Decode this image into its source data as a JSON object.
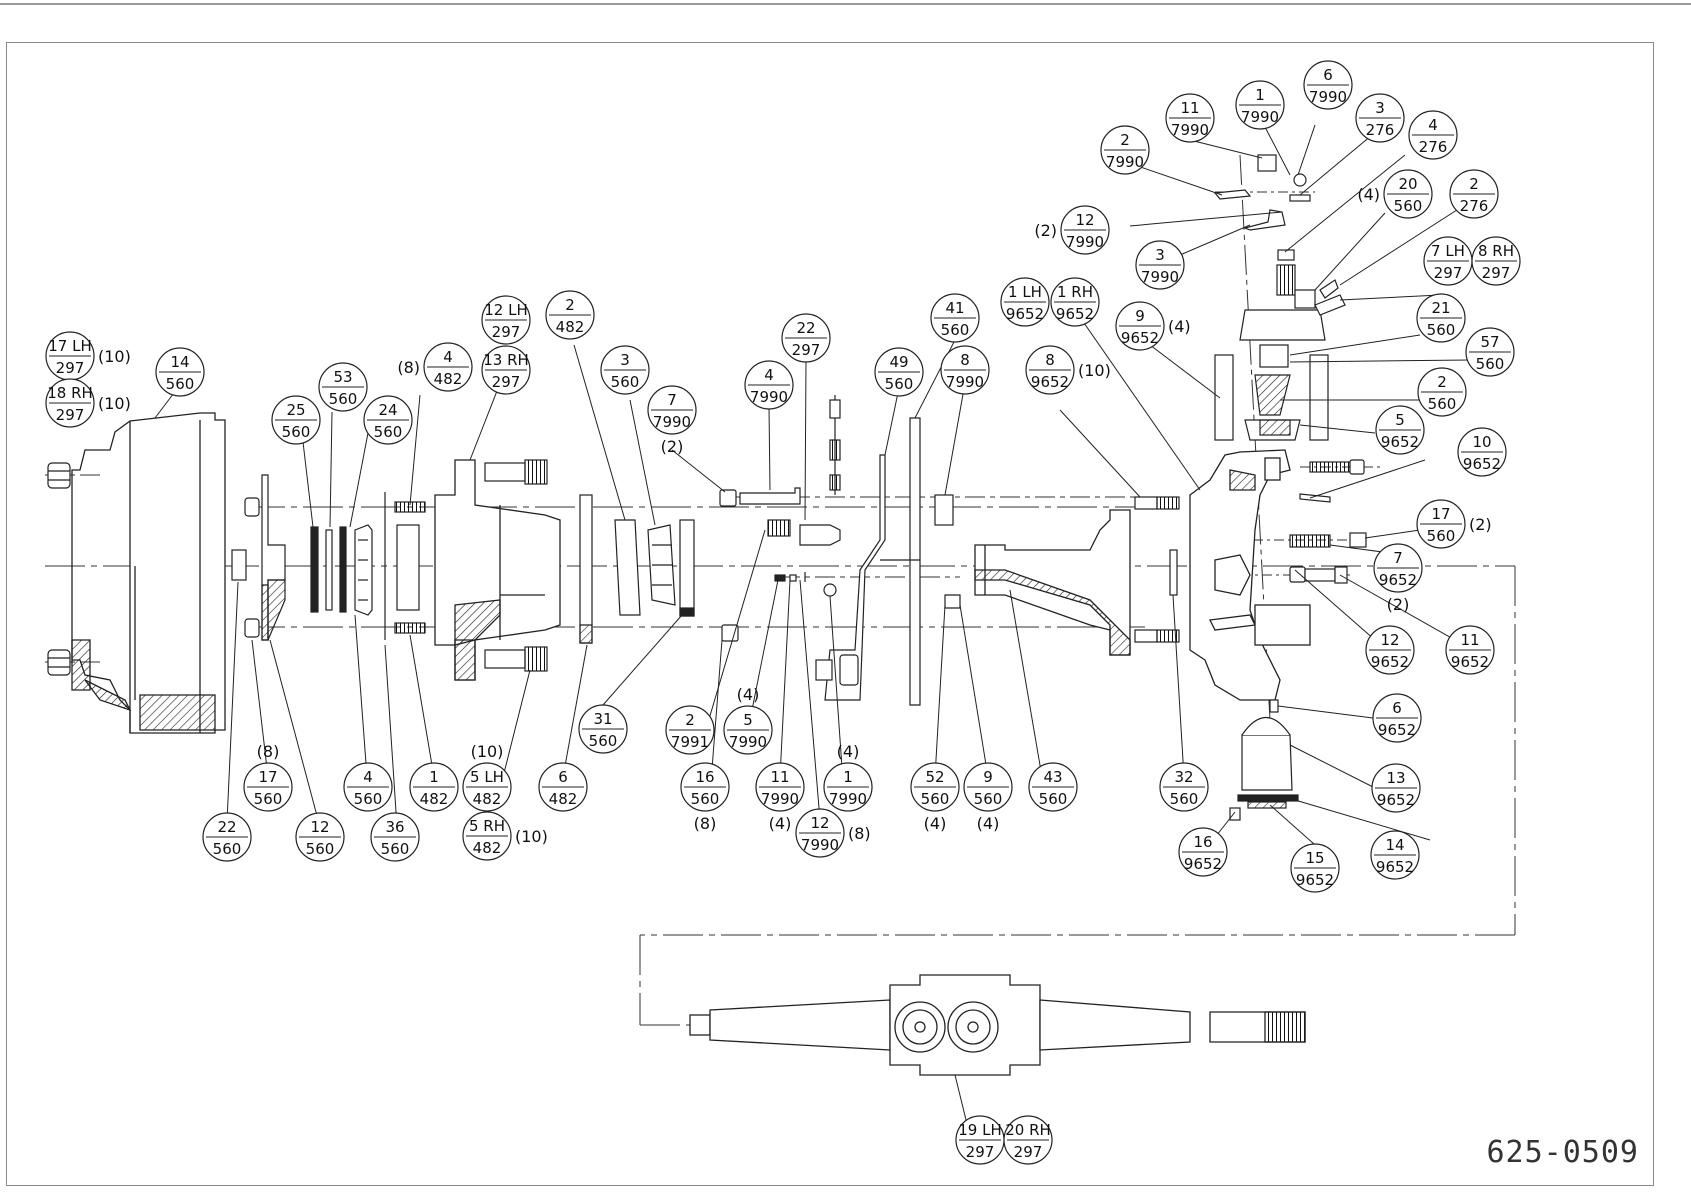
{
  "drawing_number": "625-0509",
  "callouts": [
    {
      "id": "c1",
      "item": "17 LH",
      "ref": "297",
      "qty": "(10)"
    },
    {
      "id": "c2",
      "item": "18 RH",
      "ref": "297",
      "qty": "(10)"
    },
    {
      "id": "c3",
      "item": "14",
      "ref": "560",
      "qty": ""
    },
    {
      "id": "c4",
      "item": "25",
      "ref": "560",
      "qty": ""
    },
    {
      "id": "c5",
      "item": "53",
      "ref": "560",
      "qty": ""
    },
    {
      "id": "c6",
      "item": "24",
      "ref": "560",
      "qty": ""
    },
    {
      "id": "c7",
      "item": "4",
      "ref": "482",
      "qty": "(8)"
    },
    {
      "id": "c8",
      "item": "12 LH",
      "ref": "297",
      "qty": ""
    },
    {
      "id": "c9",
      "item": "13 RH",
      "ref": "297",
      "qty": ""
    },
    {
      "id": "c10",
      "item": "2",
      "ref": "482",
      "qty": ""
    },
    {
      "id": "c11",
      "item": "3",
      "ref": "560",
      "qty": ""
    },
    {
      "id": "c12",
      "item": "7",
      "ref": "7990",
      "qty": "(2)"
    },
    {
      "id": "c13",
      "item": "4",
      "ref": "7990",
      "qty": ""
    },
    {
      "id": "c14",
      "item": "22",
      "ref": "297",
      "qty": ""
    },
    {
      "id": "c15",
      "item": "49",
      "ref": "560",
      "qty": ""
    },
    {
      "id": "c16",
      "item": "41",
      "ref": "560",
      "qty": ""
    },
    {
      "id": "c17",
      "item": "8",
      "ref": "7990",
      "qty": ""
    },
    {
      "id": "c18",
      "item": "8",
      "ref": "9652",
      "qty": "(10)"
    },
    {
      "id": "c19",
      "item": "1 LH",
      "ref": "9652",
      "qty": ""
    },
    {
      "id": "c20",
      "item": "1 RH",
      "ref": "9652",
      "qty": ""
    },
    {
      "id": "c21",
      "item": "9",
      "ref": "9652",
      "qty": "(4)"
    },
    {
      "id": "c22",
      "item": "2",
      "ref": "7990",
      "qty": ""
    },
    {
      "id": "c23",
      "item": "11",
      "ref": "7990",
      "qty": ""
    },
    {
      "id": "c24",
      "item": "1",
      "ref": "7990",
      "qty": ""
    },
    {
      "id": "c25",
      "item": "6",
      "ref": "7990",
      "qty": ""
    },
    {
      "id": "c26",
      "item": "3",
      "ref": "276",
      "qty": ""
    },
    {
      "id": "c27",
      "item": "4",
      "ref": "276",
      "qty": ""
    },
    {
      "id": "c28",
      "item": "12",
      "ref": "7990",
      "qty": "(2)"
    },
    {
      "id": "c29",
      "item": "3",
      "ref": "7990",
      "qty": ""
    },
    {
      "id": "c30",
      "item": "20",
      "ref": "560",
      "qty": "(4)"
    },
    {
      "id": "c31",
      "item": "2",
      "ref": "276",
      "qty": ""
    },
    {
      "id": "c32",
      "item": "7 LH",
      "ref": "297",
      "qty": ""
    },
    {
      "id": "c33",
      "item": "8 RH",
      "ref": "297",
      "qty": ""
    },
    {
      "id": "c34",
      "item": "21",
      "ref": "560",
      "qty": ""
    },
    {
      "id": "c35",
      "item": "57",
      "ref": "560",
      "qty": ""
    },
    {
      "id": "c36",
      "item": "2",
      "ref": "560",
      "qty": ""
    },
    {
      "id": "c37",
      "item": "5",
      "ref": "9652",
      "qty": ""
    },
    {
      "id": "c38",
      "item": "10",
      "ref": "9652",
      "qty": ""
    },
    {
      "id": "c39",
      "item": "17",
      "ref": "560",
      "qty": "(2)"
    },
    {
      "id": "c40",
      "item": "7",
      "ref": "9652",
      "qty": "(2)"
    },
    {
      "id": "c41",
      "item": "12",
      "ref": "9652",
      "qty": ""
    },
    {
      "id": "c42",
      "item": "11",
      "ref": "9652",
      "qty": ""
    },
    {
      "id": "c43",
      "item": "6",
      "ref": "9652",
      "qty": ""
    },
    {
      "id": "c44",
      "item": "13",
      "ref": "9652",
      "qty": ""
    },
    {
      "id": "c45",
      "item": "14",
      "ref": "9652",
      "qty": ""
    },
    {
      "id": "c46",
      "item": "15",
      "ref": "9652",
      "qty": ""
    },
    {
      "id": "c47",
      "item": "16",
      "ref": "9652",
      "qty": ""
    },
    {
      "id": "c48",
      "item": "32",
      "ref": "560",
      "qty": ""
    },
    {
      "id": "c49",
      "item": "43",
      "ref": "560",
      "qty": ""
    },
    {
      "id": "c50",
      "item": "9",
      "ref": "560",
      "qty": "(4)"
    },
    {
      "id": "c51",
      "item": "52",
      "ref": "560",
      "qty": "(4)"
    },
    {
      "id": "c52",
      "item": "1",
      "ref": "7990",
      "qty": "(4)"
    },
    {
      "id": "c53",
      "item": "12",
      "ref": "7990",
      "qty": "(8)"
    },
    {
      "id": "c54",
      "item": "11",
      "ref": "7990",
      "qty": "(4)"
    },
    {
      "id": "c55",
      "item": "5",
      "ref": "7990",
      "qty": "(4)"
    },
    {
      "id": "c56",
      "item": "16",
      "ref": "560",
      "qty": "(8)"
    },
    {
      "id": "c57",
      "item": "2",
      "ref": "7991",
      "qty": ""
    },
    {
      "id": "c58",
      "item": "31",
      "ref": "560",
      "qty": ""
    },
    {
      "id": "c59",
      "item": "6",
      "ref": "482",
      "qty": ""
    },
    {
      "id": "c60",
      "item": "5 LH",
      "ref": "482",
      "qty": "(10)"
    },
    {
      "id": "c61",
      "item": "5 RH",
      "ref": "482",
      "qty": "(10)"
    },
    {
      "id": "c62",
      "item": "1",
      "ref": "482",
      "qty": ""
    },
    {
      "id": "c63",
      "item": "4",
      "ref": "560",
      "qty": ""
    },
    {
      "id": "c64",
      "item": "36",
      "ref": "560",
      "qty": ""
    },
    {
      "id": "c65",
      "item": "12",
      "ref": "560",
      "qty": ""
    },
    {
      "id": "c66",
      "item": "17",
      "ref": "560",
      "qty": "(8)"
    },
    {
      "id": "c67",
      "item": "22",
      "ref": "560",
      "qty": ""
    },
    {
      "id": "c68",
      "item": "19 LH",
      "ref": "297",
      "qty": ""
    },
    {
      "id": "c69",
      "item": "20 RH",
      "ref": "297",
      "qty": ""
    }
  ]
}
